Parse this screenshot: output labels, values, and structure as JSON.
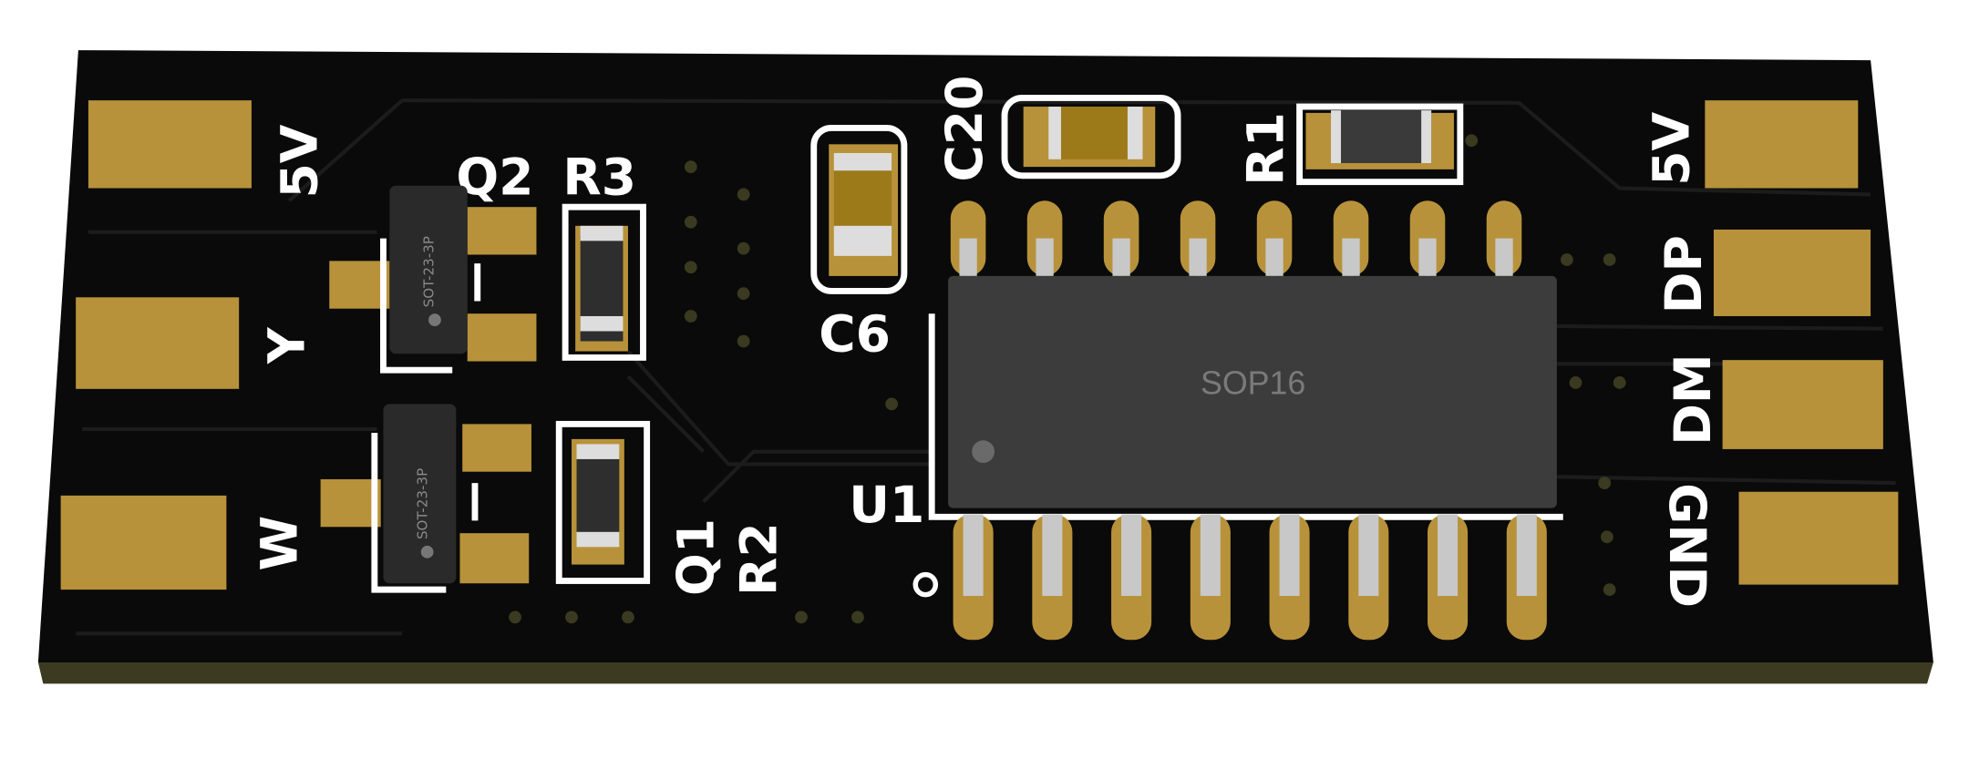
{
  "board": {
    "colors": {
      "soldermask": "#0a0a0a",
      "pad": "#b8923a",
      "silkscreen": "#ffffff",
      "edge": "#3d3a22",
      "chip": "#3c3c3c"
    },
    "left_pads": [
      {
        "label": "5V"
      },
      {
        "label": "Y"
      },
      {
        "label": "W"
      }
    ],
    "right_pads": [
      {
        "label": "5V"
      },
      {
        "label": "DP"
      },
      {
        "label": "DM"
      },
      {
        "label": "GND"
      }
    ],
    "designators": {
      "q2": "Q2",
      "r3": "R3",
      "q1": "Q1",
      "r2": "R2",
      "c6": "C6",
      "c20": "C20",
      "r1": "R1",
      "u1": "U1"
    },
    "chip_label": "SOP16",
    "sot_label": "SOT-23-3P"
  }
}
